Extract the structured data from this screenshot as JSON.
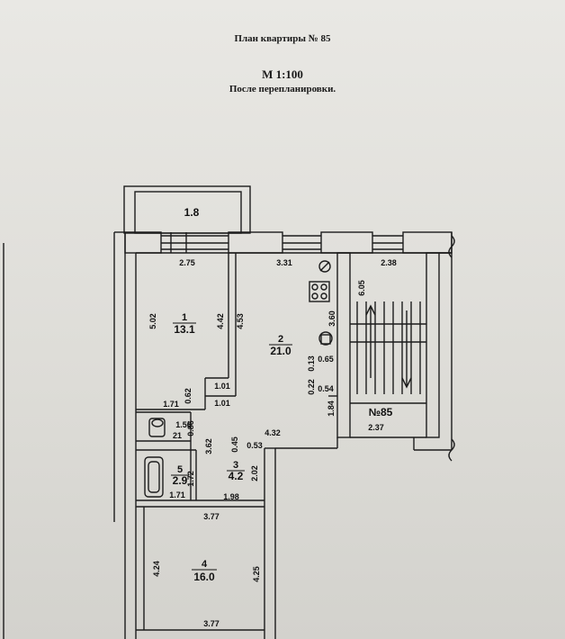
{
  "header": {
    "title": "План квартиры № 85",
    "scale": "М 1:100",
    "note": "После перепланировки."
  },
  "balcony": {
    "area": "1.8"
  },
  "rooms": [
    {
      "number": "1",
      "area": "13.1"
    },
    {
      "number": "2",
      "area": "21.0"
    },
    {
      "number": "3",
      "area": "4.2"
    },
    {
      "number": "4",
      "area": "16.0"
    },
    {
      "number": "5",
      "area": "2.9"
    }
  ],
  "apartment_label": "№85",
  "dimensions": {
    "d_275": "2.75",
    "d_331": "3.31",
    "d_238": "2.38",
    "d_605": "6.05",
    "d_502": "5.02",
    "d_442": "4.42",
    "d_453": "4.53",
    "d_360": "3.60",
    "d_065": "0.65",
    "d_013": "0.13",
    "d_022": "0.22",
    "d_054": "0.54",
    "d_062": "0.62",
    "d_101a": "1.01",
    "d_101b": "1.01",
    "d_171a": "1.71",
    "d_156": "1.56",
    "d_086": "0.86",
    "d_021": "21",
    "d_184": "1.84",
    "d_237": "2.37",
    "d_432": "4.32",
    "d_045": "0.45",
    "d_053": "0.53",
    "d_362": "3.62",
    "d_202": "2.02",
    "d_172": "1.72",
    "d_171b": "1.71",
    "d_198": "1.98",
    "d_377a": "3.77",
    "d_424": "4.24",
    "d_425": "4.25",
    "d_377b": "3.77"
  }
}
